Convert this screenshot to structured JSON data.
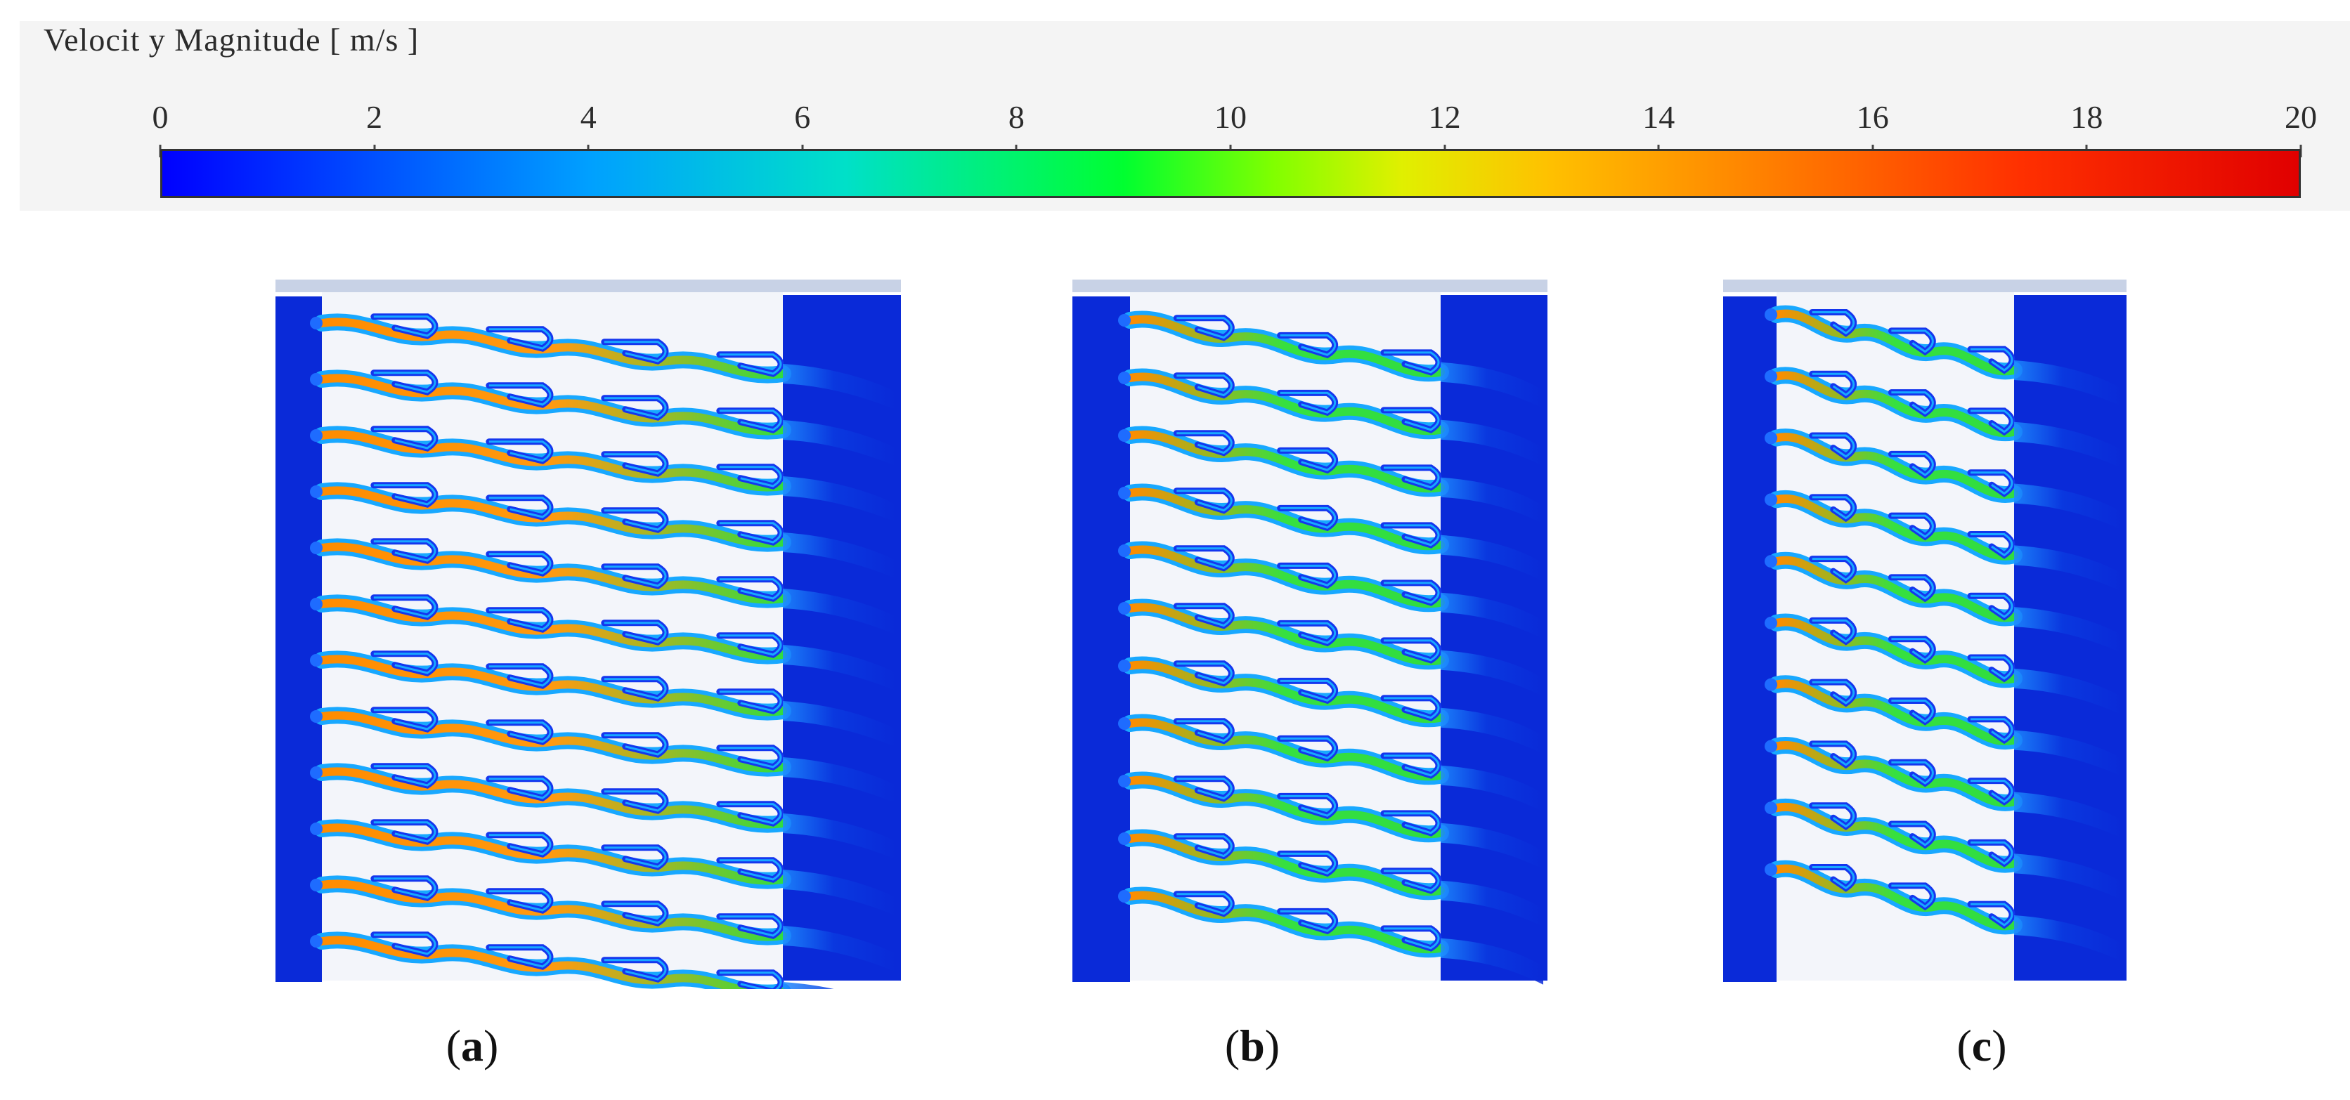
{
  "legend": {
    "title": "Velocit y Magnitude [ m/s ]",
    "ticks": [
      "0",
      "2",
      "4",
      "6",
      "8",
      "10",
      "12",
      "14",
      "16",
      "18",
      "20"
    ]
  },
  "panels": [
    {
      "label": "a",
      "rows": 12,
      "color_core": "#ff9a10"
    },
    {
      "label": "b",
      "rows": 11,
      "color_core": "#36e040"
    },
    {
      "label": "c",
      "rows": 10,
      "color_core": "#36e040"
    }
  ],
  "colors": {
    "background_fluid": "#0a2ad8",
    "gap": "#c8d2e6",
    "fast": "#ff8c00",
    "medium": "#30dc40",
    "slow": "#18a8ff"
  }
}
